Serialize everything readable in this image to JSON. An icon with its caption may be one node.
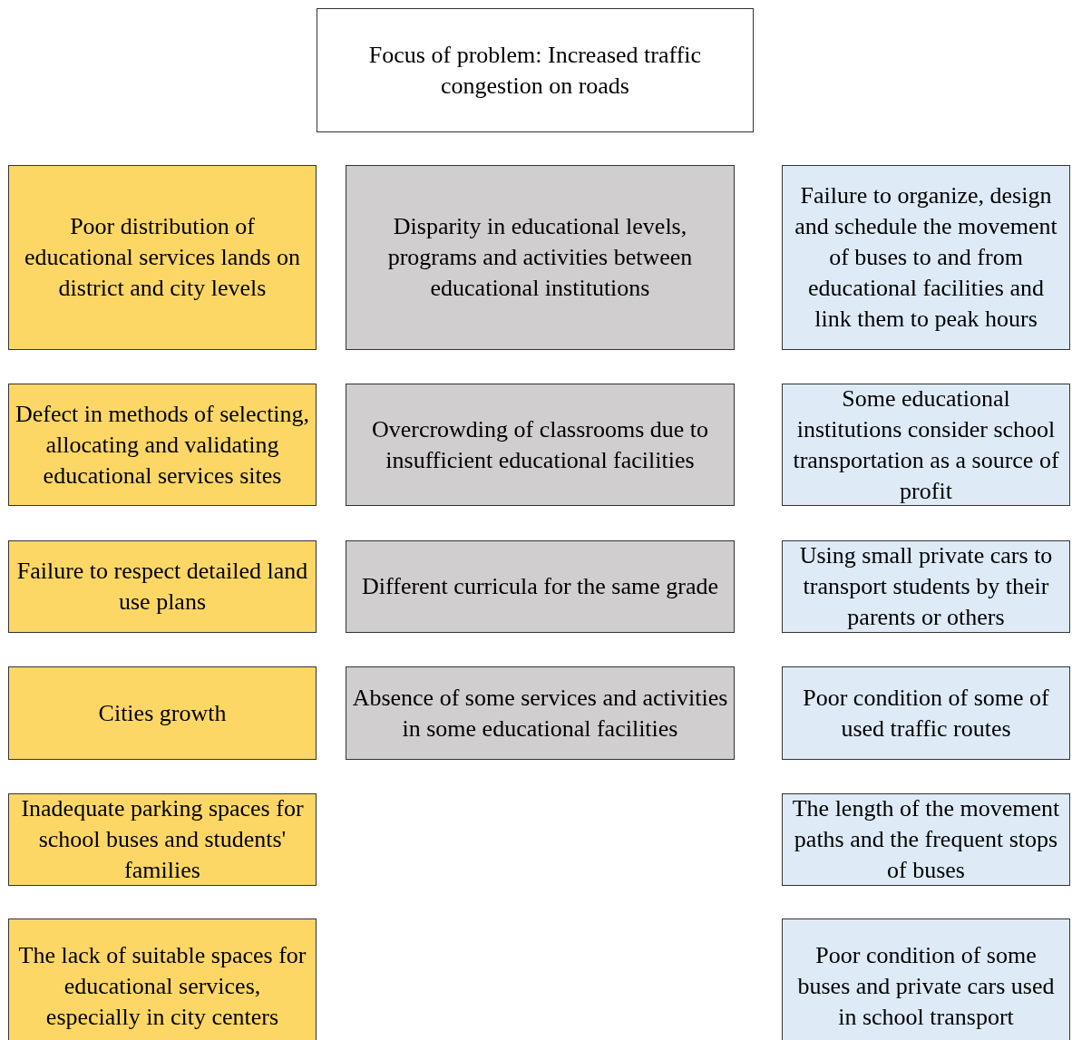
{
  "diagram": {
    "nodes": [
      {
        "text": [
          "Focus of problem: Increased traffic congestion on roads"
        ]
      },
      {
        "text": [
          "Poor distribution of educational services lands on district and city levels"
        ]
      },
      {
        "text": [
          "Disparity in educational levels, programs and activities between educational institutions"
        ]
      },
      {
        "text": [
          "Failure to organize, design and schedule the movement of buses to and from educational facilities and link them to peak hours"
        ]
      },
      {
        "text": [
          "Defect in methods of selecting, allocating and validating educational services sites"
        ]
      },
      {
        "text": [
          "Overcrowding of classrooms due to insufficient educational facilities"
        ]
      },
      {
        "text": [
          "Some educational institutions consider school transportation as a source of profit"
        ]
      },
      {
        "text": [
          "Failure to respect detailed land use plans"
        ]
      },
      {
        "text": [
          "Different curricula for the same grade"
        ]
      },
      {
        "text": [
          "Using small private cars to transport students by their parents or others"
        ]
      },
      {
        "text": [
          "Cities growth"
        ]
      },
      {
        "text": [
          "Absence of some services and activities in some educational facilities"
        ]
      },
      {
        "text": [
          "Poor condition of some of used traffic routes"
        ]
      },
      {
        "text": [
          "Inadequate parking spaces for school buses and students' families"
        ]
      },
      {
        "text": [
          "The length of the movement paths and the frequent stops of buses"
        ]
      },
      {
        "text": [
          "The lack of suitable spaces for educational services, especially in city centers"
        ]
      },
      {
        "text": [
          "Poor condition of some buses and private cars used in school transport"
        ]
      }
    ]
  }
}
